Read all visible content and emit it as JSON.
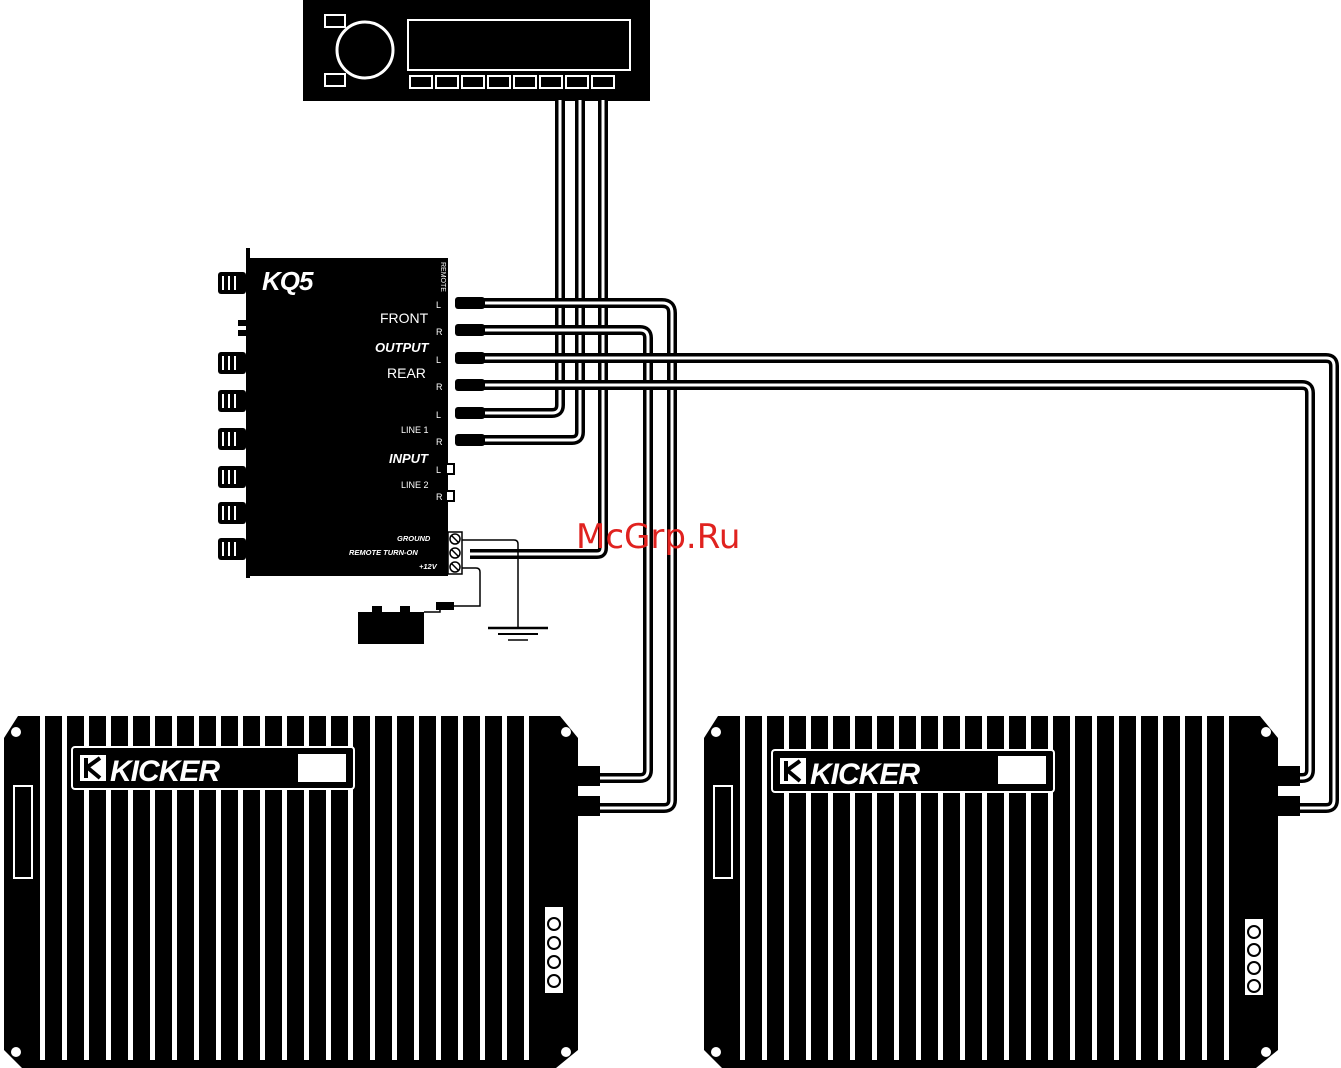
{
  "processor": {
    "brand": "KQ5",
    "remote_label": "REMOTE",
    "front_label": "FRONT",
    "output_label": "OUTPUT",
    "rear_label": "REAR",
    "line1_label": "LINE 1",
    "input_label": "INPUT",
    "line2_label": "LINE 2",
    "left_marker": "L",
    "right_marker": "R",
    "ground_label": "GROUND",
    "remote_turn_on_label": "REMOTE TURN-ON",
    "plus12v_label": "+12V"
  },
  "amplifiers": [
    {
      "brand": "KICKER"
    },
    {
      "brand": "KICKER"
    }
  ],
  "watermark": "McGrp.Ru",
  "colors": {
    "line": "#000000",
    "background": "#ffffff",
    "watermark": "#e0221f"
  }
}
